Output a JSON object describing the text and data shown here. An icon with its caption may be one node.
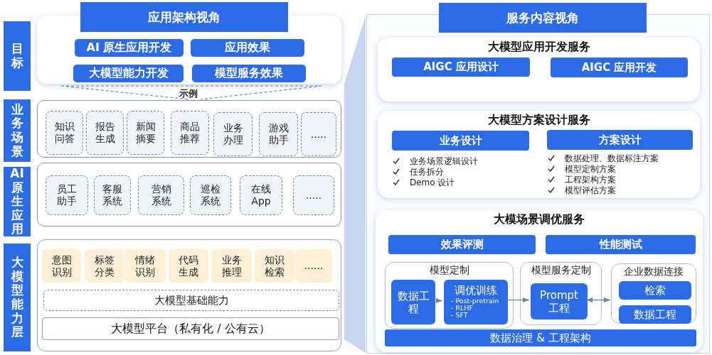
{
  "diagram": {
    "nodes": [
      {
        "text": [
          "目标"
        ]
      },
      {
        "text": [
          "应用架构视角"
        ]
      },
      {
        "text": [
          "AI 原生应用开发"
        ],
        "in": 1
      },
      {
        "text": [
          "应用效果"
        ],
        "in": 1
      },
      {
        "text": [
          "大模型能力开发"
        ],
        "in": 1
      },
      {
        "text": [
          "模型服务效果"
        ],
        "in": 1
      },
      {
        "text": [
          "业务场景"
        ]
      },
      {
        "text": [],
        "shape": "box"
      },
      {
        "text": [
          "知识问答"
        ],
        "in": 7
      },
      {
        "text": [
          "报告生成"
        ],
        "in": 7
      },
      {
        "text": [
          "新闻摘要"
        ],
        "in": 7
      },
      {
        "text": [
          "商品推荐"
        ],
        "in": 7
      },
      {
        "text": [
          "业务办理"
        ],
        "in": 7
      },
      {
        "text": [
          "游戏助手"
        ],
        "in": 7
      },
      {
        "text": [
          "....."
        ],
        "in": 7
      },
      {
        "text": [
          "AI原生应用"
        ]
      },
      {
        "text": [],
        "shape": "box"
      },
      {
        "text": [
          "员工助手"
        ],
        "in": 16
      },
      {
        "text": [
          "客服系统"
        ],
        "in": 16
      },
      {
        "text": [
          "营销系统"
        ],
        "in": 16
      },
      {
        "text": [
          "巡检系统"
        ],
        "in": 16
      },
      {
        "text": [
          "在线App"
        ],
        "in": 16
      },
      {
        "text": [
          "....."
        ],
        "in": 16
      },
      {
        "text": [
          "大模型能力层"
        ]
      },
      {
        "text": [],
        "shape": "box"
      },
      {
        "text": [
          "意图识别"
        ],
        "in": 24
      },
      {
        "text": [
          "标签分类"
        ],
        "in": 24
      },
      {
        "text": [
          "情绪识别"
        ],
        "in": 24
      },
      {
        "text": [
          "代码生成"
        ],
        "in": 24
      },
      {
        "text": [
          "业务推理"
        ],
        "in": 24
      },
      {
        "text": [
          "知识检索"
        ],
        "in": 24
      },
      {
        "text": [
          "......"
        ],
        "in": 24
      },
      {
        "text": [
          "大模型基础能力"
        ],
        "in": 24
      },
      {
        "text": [
          "大模型平台（私有化 / 公有云）"
        ],
        "in": 24
      },
      {
        "text": [
          "服务内容视角"
        ]
      },
      {
        "text": [
          "大模型应用开发服务"
        ],
        "in": 34
      },
      {
        "text": [
          "AIGC 应用设计"
        ],
        "in": 35
      },
      {
        "text": [
          "AIGC 应用开发"
        ],
        "in": 35
      },
      {
        "text": [
          "大模型方案设计服务"
        ],
        "in": 34
      },
      {
        "text": [
          "业务设计"
        ],
        "in": 38,
        "beside": [
          "业务场景逻辑设计",
          "任务拆分",
          "Demo 设计"
        ]
      },
      {
        "text": [
          "方案设计"
        ],
        "in": 38,
        "beside": [
          "数据处理、数据标注方案",
          "模型定制方案",
          "工程架构方案",
          "模型评估方案"
        ]
      },
      {
        "text": [
          "大模场景调优服务"
        ],
        "in": 34
      },
      {
        "text": [
          "效果评测"
        ],
        "in": 41
      },
      {
        "text": [
          "性能测试"
        ],
        "in": 41
      },
      {
        "text": [
          "模型定制"
        ],
        "in": 41
      },
      {
        "text": [
          "数据工程"
        ],
        "in": 44
      },
      {
        "text": [
          "调优训练",
          "- Post-pretrain",
          "- RLHF",
          "- SFT"
        ],
        "in": 44
      },
      {
        "text": [
          "模型服务定制"
        ],
        "in": 41
      },
      {
        "text": [
          "Prompt 工程"
        ],
        "in": 47
      },
      {
        "text": [
          "企业数据连接"
        ],
        "in": 41
      },
      {
        "text": [
          "检索"
        ],
        "in": 49
      },
      {
        "text": [
          "数据工程"
        ],
        "in": 49
      },
      {
        "text": [
          "数据治理 & 工程架构"
        ],
        "in": 41
      }
    ],
    "edges": [
      {
        "from": 45,
        "to": 46,
        "arrow": "to"
      },
      {
        "from": 46,
        "to": 48,
        "arrow": "to"
      },
      {
        "from": 48,
        "to": 49,
        "arrow": "both"
      }
    ],
    "labels": [
      "示例"
    ]
  }
}
